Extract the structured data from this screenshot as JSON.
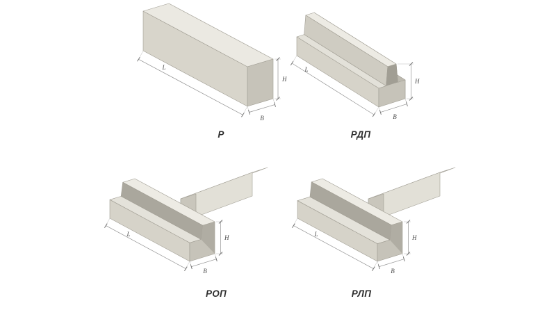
{
  "figures": [
    {
      "id": "r",
      "label": "Р",
      "dims": {
        "length": "L",
        "height": "H",
        "width": "B"
      }
    },
    {
      "id": "rdp",
      "label": "РДП",
      "dims": {
        "length": "L",
        "height": "H",
        "width": "B"
      }
    },
    {
      "id": "rop",
      "label": "РОП",
      "dims": {
        "length": "L",
        "height": "H",
        "width": "B"
      }
    },
    {
      "id": "rlp",
      "label": "РЛП",
      "dims": {
        "length": "L",
        "height": "H",
        "width": "B"
      }
    }
  ],
  "palette": {
    "background": "#ffffff",
    "beam_top": "#ebe9e2",
    "beam_side": "#d8d5cb",
    "beam_end": "#c6c3b9",
    "beam_shadow": "#a7a49a",
    "dimension_lines": "#909090",
    "label_text": "#2f2f2f"
  }
}
